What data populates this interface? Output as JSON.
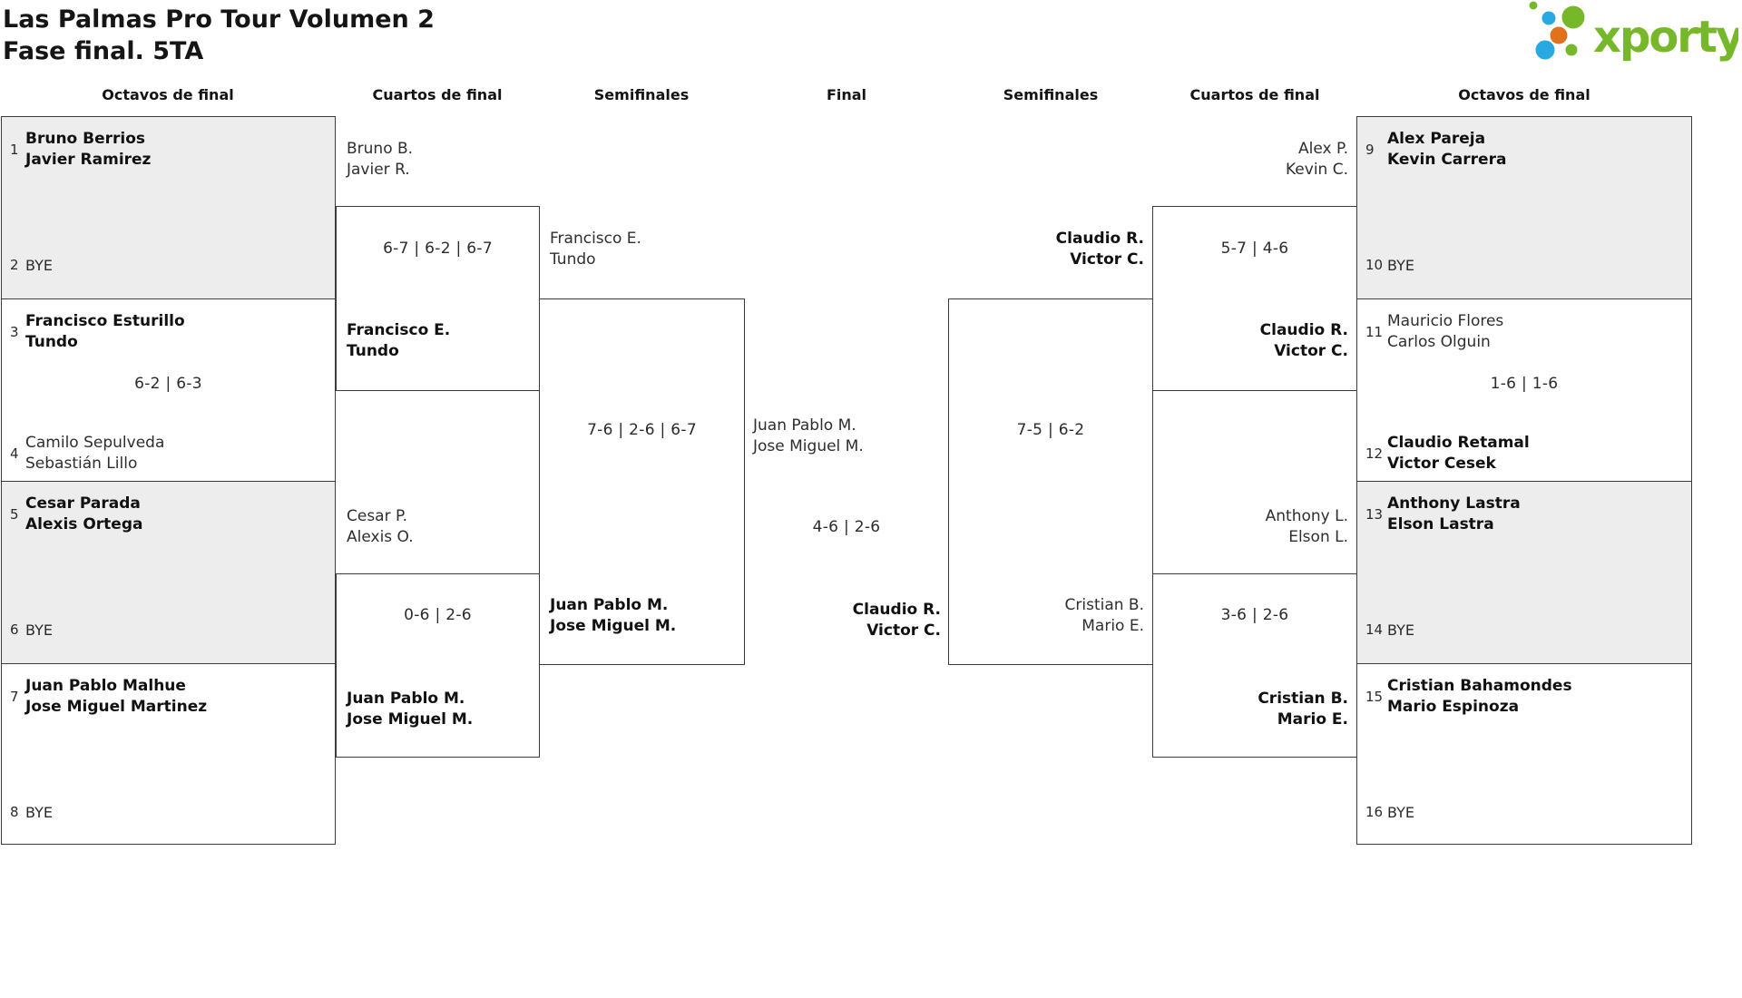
{
  "header": {
    "title_line1": "Las Palmas Pro Tour Volumen 2",
    "title_line2": "Fase final. 5TA",
    "logo_text": "xporty"
  },
  "colors": {
    "brand_green": "#76b82a",
    "brand_blue": "#29a9e1",
    "brand_orange": "#e2711d",
    "bye_shade": "#ededed",
    "line": "#3c3c3c"
  },
  "round_headers": [
    "Octavos de final",
    "Cuartos de final",
    "Semifinales",
    "Final",
    "Semifinales",
    "Cuartos de final",
    "Octavos de final"
  ],
  "r16_left": [
    {
      "top_seed": "1",
      "top": [
        "Bruno Berrios",
        "Javier Ramirez"
      ],
      "bottom_seed": "2",
      "bottom": [
        "BYE"
      ],
      "score": "",
      "winner": "top"
    },
    {
      "top_seed": "3",
      "top": [
        "Francisco Esturillo",
        "Tundo"
      ],
      "bottom_seed": "4",
      "bottom": [
        "Camilo Sepulveda",
        "Sebastián Lillo"
      ],
      "score": "6-2 | 6-3",
      "winner": "top"
    },
    {
      "top_seed": "5",
      "top": [
        "Cesar Parada",
        "Alexis Ortega"
      ],
      "bottom_seed": "6",
      "bottom": [
        "BYE"
      ],
      "score": "",
      "winner": "top"
    },
    {
      "top_seed": "7",
      "top": [
        "Juan Pablo Malhue",
        "Jose Miguel Martinez"
      ],
      "bottom_seed": "8",
      "bottom": [
        "BYE"
      ],
      "score": "",
      "winner": "top"
    }
  ],
  "r16_right": [
    {
      "top_seed": "9",
      "top": [
        "Alex Pareja",
        "Kevin Carrera"
      ],
      "bottom_seed": "10",
      "bottom": [
        "BYE"
      ],
      "score": "",
      "winner": "top"
    },
    {
      "top_seed": "11",
      "top": [
        "Mauricio Flores",
        "Carlos Olguin"
      ],
      "bottom_seed": "12",
      "bottom": [
        "Claudio Retamal",
        "Victor Cesek"
      ],
      "score": "1-6 | 1-6",
      "winner": "bottom"
    },
    {
      "top_seed": "13",
      "top": [
        "Anthony Lastra",
        "Elson Lastra"
      ],
      "bottom_seed": "14",
      "bottom": [
        "BYE"
      ],
      "score": "",
      "winner": "top"
    },
    {
      "top_seed": "15",
      "top": [
        "Cristian Bahamondes",
        "Mario Espinoza"
      ],
      "bottom_seed": "16",
      "bottom": [
        "BYE"
      ],
      "score": "",
      "winner": "top"
    }
  ],
  "qf_left": [
    {
      "top": [
        "Bruno B.",
        "Javier R."
      ],
      "score": "6-7 | 6-2 | 6-7",
      "bottom": [
        "Francisco E.",
        "Tundo"
      ],
      "winner": "bottom"
    },
    {
      "top": [
        "Cesar P.",
        "Alexis O."
      ],
      "score": "0-6 | 2-6",
      "bottom": [
        "Juan Pablo M.",
        "Jose Miguel M."
      ],
      "winner": "bottom"
    }
  ],
  "sf_left": {
    "top": [
      "Francisco E.",
      "Tundo"
    ],
    "score": "7-6 | 2-6 | 6-7",
    "bottom": [
      "Juan Pablo M.",
      "Jose Miguel M."
    ],
    "winner": "bottom"
  },
  "final": {
    "top": [
      "Juan Pablo M.",
      "Jose Miguel M."
    ],
    "score": "4-6 | 2-6",
    "bottom": [
      "Claudio R.",
      "Victor C."
    ],
    "winner": "bottom"
  },
  "sf_right": {
    "top": [
      "Claudio R.",
      "Victor C."
    ],
    "score": "7-5 | 6-2",
    "bottom": [
      "Cristian B.",
      "Mario E."
    ],
    "winner": "top"
  },
  "qf_right": [
    {
      "top": [
        "Alex P.",
        "Kevin C."
      ],
      "score": "5-7 | 4-6",
      "bottom": [
        "Claudio R.",
        "Victor C."
      ],
      "winner": "bottom"
    },
    {
      "top": [
        "Anthony L.",
        "Elson L."
      ],
      "score": "3-6 | 2-6",
      "bottom": [
        "Cristian B.",
        "Mario E."
      ],
      "winner": "bottom"
    }
  ]
}
